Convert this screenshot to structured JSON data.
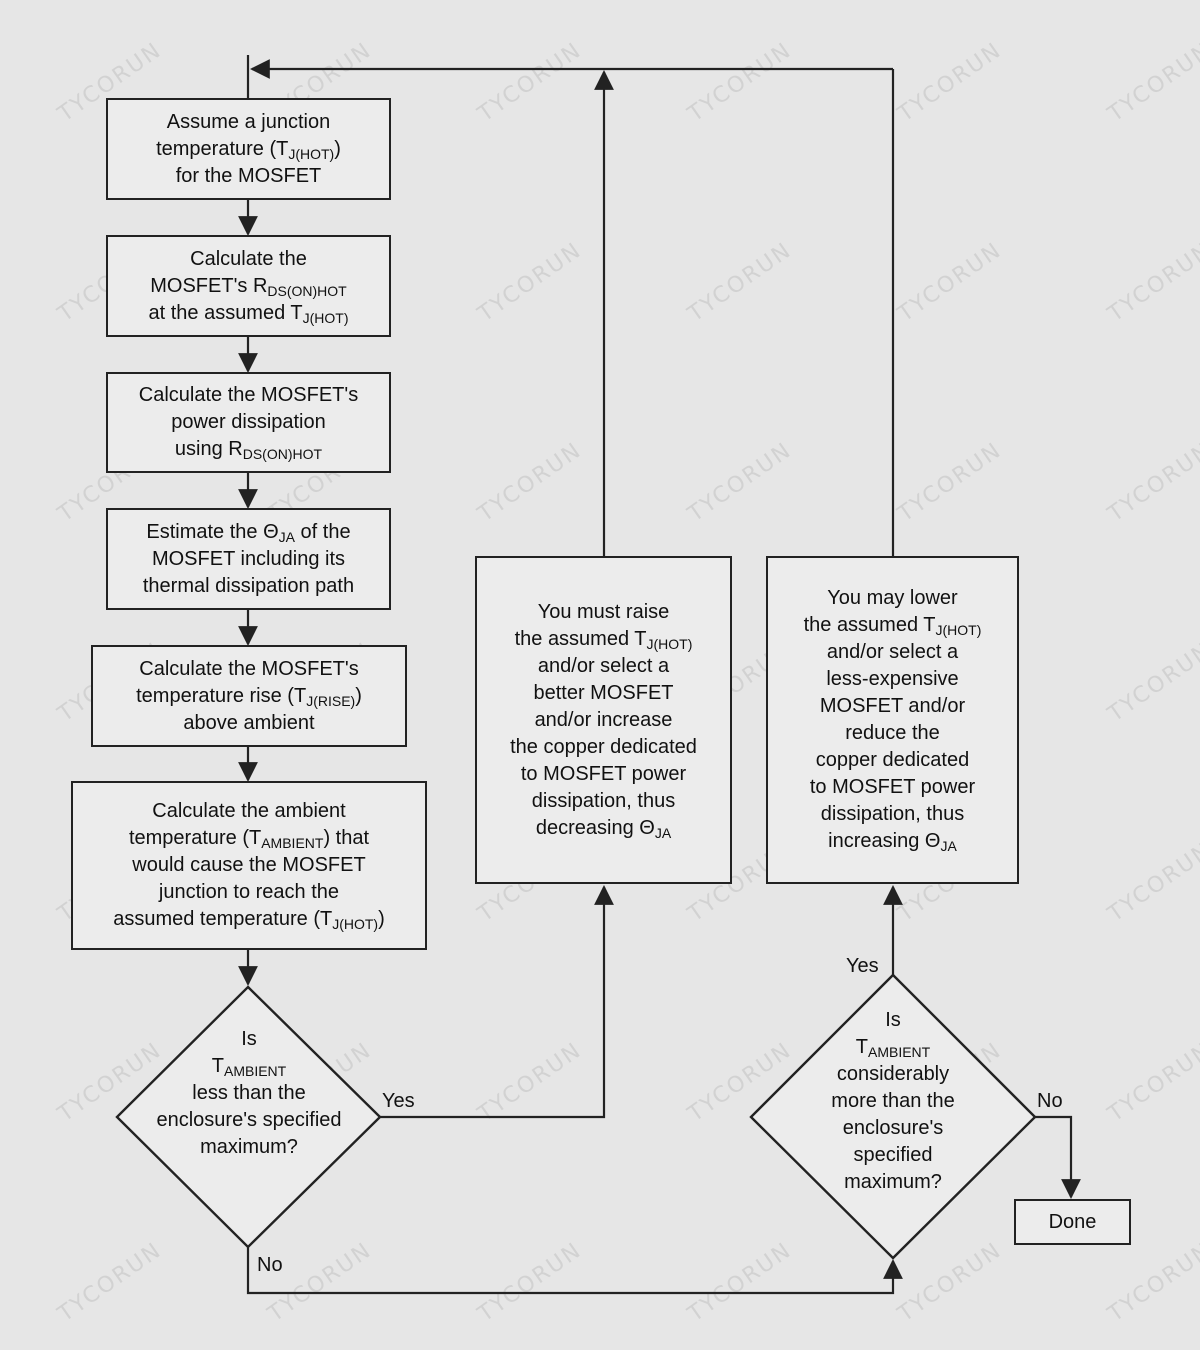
{
  "flowchart": {
    "watermark": "TYCORUN",
    "steps": [
      {
        "id": "assume_tj",
        "parts": [
          [
            "Assume a junction"
          ],
          [
            "temperature (T",
            {
              "sub": "J(HOT)"
            },
            ")"
          ],
          [
            "for the MOSFET"
          ]
        ]
      },
      {
        "id": "calc_rds",
        "parts": [
          [
            "Calculate the"
          ],
          [
            "MOSFET's R",
            {
              "sub": "DS(ON)HOT"
            }
          ],
          [
            "at the assumed T",
            {
              "sub": "J(HOT)"
            }
          ]
        ]
      },
      {
        "id": "calc_power",
        "parts": [
          [
            "Calculate the MOSFET's"
          ],
          [
            "power dissipation"
          ],
          [
            "using R",
            {
              "sub": "DS(ON)HOT"
            }
          ]
        ]
      },
      {
        "id": "estimate_theta",
        "parts": [
          [
            "Estimate the Θ",
            {
              "sub": "JA"
            },
            " of the"
          ],
          [
            "MOSFET including its"
          ],
          [
            "thermal dissipation path"
          ]
        ]
      },
      {
        "id": "calc_rise",
        "parts": [
          [
            "Calculate the MOSFET's"
          ],
          [
            "temperature rise (T",
            {
              "sub": "J(RISE)"
            },
            ")"
          ],
          [
            "above ambient"
          ]
        ]
      },
      {
        "id": "calc_ambient",
        "parts": [
          [
            "Calculate the ambient"
          ],
          [
            "temperature (T",
            {
              "sub": "AMBIENT"
            },
            ") that"
          ],
          [
            "would cause the MOSFET"
          ],
          [
            "junction to reach the"
          ],
          [
            "assumed temperature (T",
            {
              "sub": "J(HOT)"
            },
            ")"
          ]
        ]
      },
      {
        "id": "raise_tj",
        "parts": [
          [
            "You must raise"
          ],
          [
            "the assumed T",
            {
              "sub": "J(HOT)"
            }
          ],
          [
            "and/or select a"
          ],
          [
            "better MOSFET"
          ],
          [
            "and/or increase"
          ],
          [
            "the copper dedicated"
          ],
          [
            "to MOSFET power"
          ],
          [
            "dissipation, thus"
          ],
          [
            "decreasing Θ",
            {
              "sub": "JA"
            }
          ]
        ]
      },
      {
        "id": "lower_tj",
        "parts": [
          [
            "You may lower"
          ],
          [
            "the assumed T",
            {
              "sub": "J(HOT)"
            }
          ],
          [
            "and/or select a"
          ],
          [
            "less-expensive"
          ],
          [
            "MOSFET and/or"
          ],
          [
            "reduce the"
          ],
          [
            "copper dedicated"
          ],
          [
            "to MOSFET power"
          ],
          [
            "dissipation, thus"
          ],
          [
            "increasing Θ",
            {
              "sub": "JA"
            }
          ]
        ]
      },
      {
        "id": "done",
        "parts": [
          [
            "Done"
          ]
        ]
      }
    ],
    "decisions": [
      {
        "id": "less_than_max",
        "parts": [
          [
            "Is"
          ],
          [
            "T",
            {
              "sub": "AMBIENT"
            }
          ],
          [
            "less than the"
          ],
          [
            "enclosure's specified"
          ],
          [
            "maximum?"
          ]
        ]
      },
      {
        "id": "more_than_max",
        "parts": [
          [
            "Is"
          ],
          [
            "T",
            {
              "sub": "AMBIENT"
            }
          ],
          [
            "considerably"
          ],
          [
            "more than the"
          ],
          [
            "enclosure's"
          ],
          [
            "specified"
          ],
          [
            "maximum?"
          ]
        ]
      }
    ],
    "branch_labels": {
      "d1_yes": "Yes",
      "d1_no": "No",
      "d2_yes": "Yes",
      "d2_no": "No"
    }
  }
}
